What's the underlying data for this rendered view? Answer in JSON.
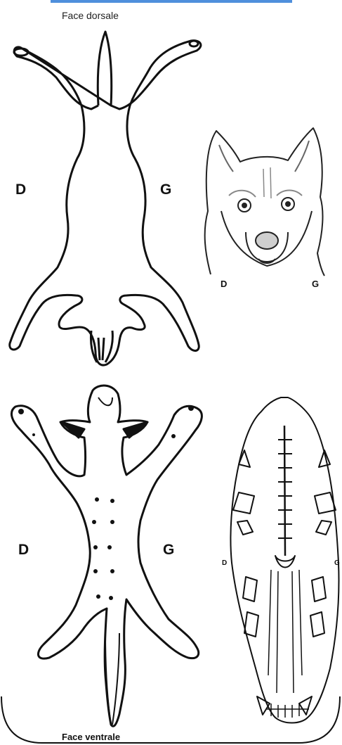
{
  "titles": {
    "dorsal": "Face dorsale",
    "ventral": "Face ventrale"
  },
  "labels": {
    "dorsal_right": "D",
    "dorsal_left": "G",
    "head_right": "D",
    "head_left": "G",
    "ventral_right": "D",
    "ventral_left": "G",
    "palate_right": "D",
    "palate_left": "G"
  },
  "colors": {
    "accent_rule": "#4f8fdc",
    "ink": "#111111"
  }
}
